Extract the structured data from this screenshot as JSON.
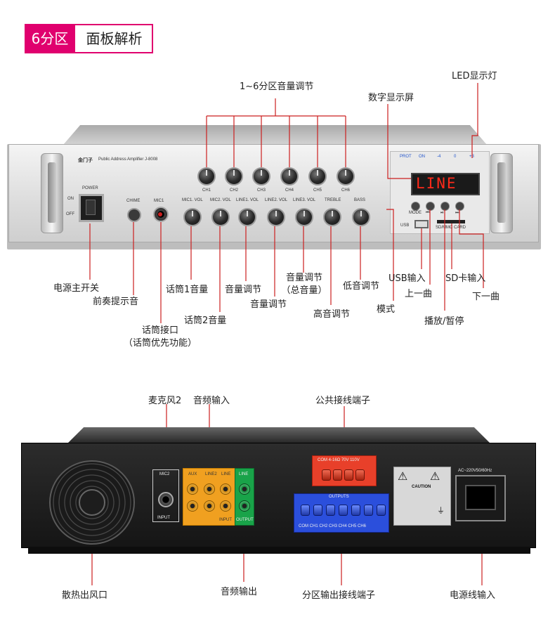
{
  "title": {
    "prefix": "6分区",
    "main": "面板解析"
  },
  "front_panel": {
    "brand": "金门子",
    "model": "Public Address Amplifier  J-8008",
    "power_label": "POWER",
    "on_label": "ON",
    "off_label": "OFF",
    "chime_label": "CHIME",
    "mic1_label": "MIC1",
    "channels": [
      "CH1",
      "CH2",
      "CH3",
      "CH4",
      "CH5",
      "CH6"
    ],
    "knobs": [
      "MIC1. VOL",
      "MIC2. VOL",
      "LINE1. VOL",
      "LINE2. VOL",
      "LINE3. VOL",
      "TREBLE",
      "BASS"
    ],
    "led_labels": [
      "PROT",
      "ON",
      "-4",
      "0",
      "+3"
    ],
    "display_text": "LINE",
    "buttons": [
      "MODE",
      "⏮",
      "⏯",
      "⏭"
    ],
    "usb_label": "USB",
    "sd_label": "SD/MMC CARD"
  },
  "front_annotations": {
    "ch_volume": "1~6分区音量调节",
    "digital_display": "数字显示屏",
    "led": "LED显示灯",
    "power_switch": "电源主开关",
    "chime": "前奏提示音",
    "mic1_vol": "话筒1音量",
    "mic2_vol": "话筒2音量",
    "mic_jack": "话筒接口",
    "mic_jack_note": "（话筒优先功能）",
    "line1_vol": "音量调节",
    "line2_vol": "音量调节",
    "line3_vol": "音量调节",
    "line3_vol_note": "（总音量）",
    "treble": "高音调节",
    "bass": "低音调节",
    "mode": "模式",
    "usb": "USB输入",
    "prev": "上一曲",
    "play": "播放/暂停",
    "sd": "SD卡输入",
    "next": "下一曲"
  },
  "rear_panel": {
    "mic2_label": "MIC2",
    "input_label": "INPUT",
    "aux_label": "AUX",
    "line2_label": "LINE2",
    "line_label": "LINE",
    "output_label": "OUTPUT",
    "com_label": "COM  4-16Ω  70V  110V",
    "outputs_label": "OUTPUTS",
    "outputs_channels": "COM CH1 CH2 CH3 CH4 CH5 CH6",
    "caution": "CAUTION",
    "ac_label": "AC~220V50/60Hz"
  },
  "rear_annotations": {
    "mic2": "麦克风2",
    "audio_in": "音频输入",
    "common_terminal": "公共接线端子",
    "fan": "散热出风口",
    "audio_out": "音频输出",
    "zone_terminal": "分区输出接线端子",
    "power_input": "电源线输入"
  },
  "colors": {
    "accent": "#e0006e",
    "audio_in": "#f0a020",
    "audio_out": "#19a349",
    "com_terminal": "#e8402a",
    "zone_terminal": "#2b4fdc",
    "display": "#ff2a1a"
  }
}
